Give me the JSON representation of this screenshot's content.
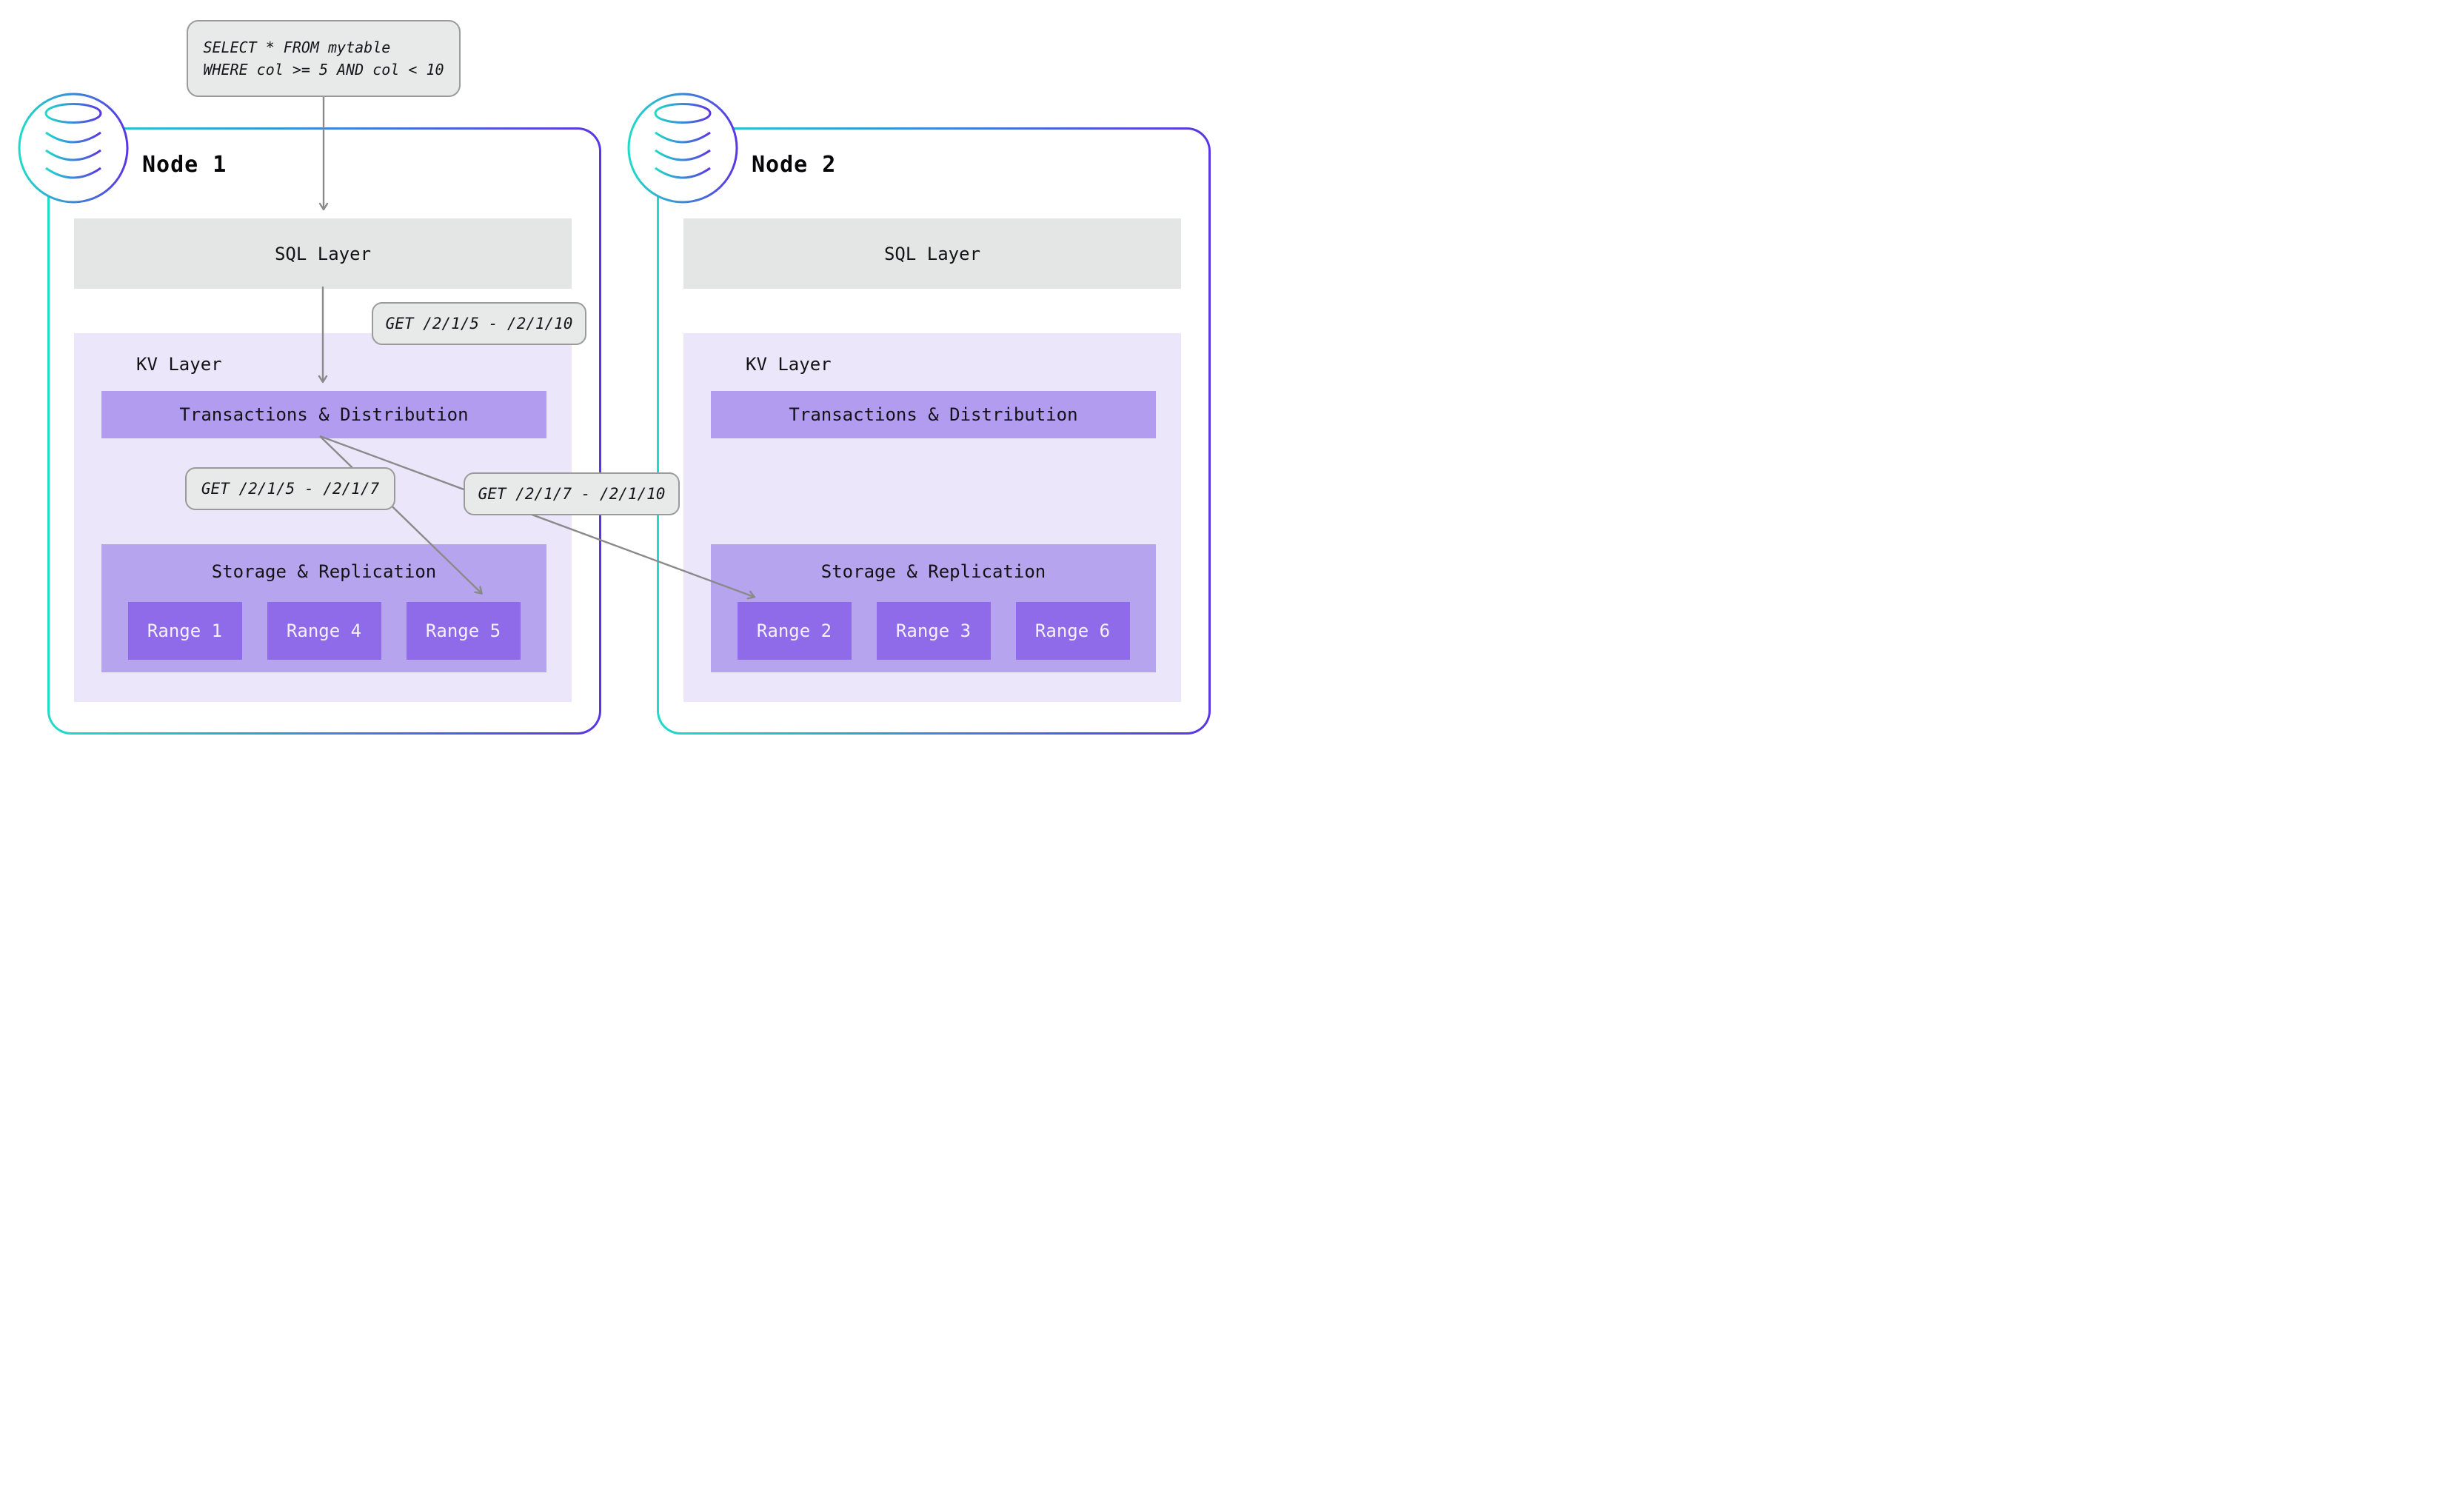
{
  "query": {
    "line1": "SELECT * FROM mytable",
    "line2": "WHERE col >= 5 AND col < 10"
  },
  "requests": {
    "full": "GET /2/1/5 - /2/1/10",
    "left_split": "GET /2/1/5 - /2/1/7",
    "right_split": "GET /2/1/7 - /2/1/10"
  },
  "nodes": [
    {
      "title": "Node 1",
      "sql_layer": "SQL Layer",
      "kv_layer": "KV Layer",
      "transactions": "Transactions & Distribution",
      "storage": "Storage & Replication",
      "ranges": [
        "Range 1",
        "Range 4",
        "Range 5"
      ]
    },
    {
      "title": "Node 2",
      "sql_layer": "SQL Layer",
      "kv_layer": "KV Layer",
      "transactions": "Transactions & Distribution",
      "storage": "Storage & Replication",
      "ranges": [
        "Range 2",
        "Range 3",
        "Range 6"
      ]
    }
  ],
  "icons": {
    "node_icon": "database-icon"
  },
  "colors": {
    "grad_teal": "#1edcc9",
    "grad_purple": "#5a35e4",
    "sql_gray": "#e4e6e5",
    "kv_lavender": "#ebe6fa",
    "tnd_purple": "#b19cf0",
    "storage_purple": "#b7a4ef",
    "range_purple": "#8f6be9",
    "bubble_gray": "#e8e9e9",
    "bubble_border": "#9b9b9b",
    "arrow_gray": "#8a8a8a",
    "text_dark": "#131316"
  }
}
